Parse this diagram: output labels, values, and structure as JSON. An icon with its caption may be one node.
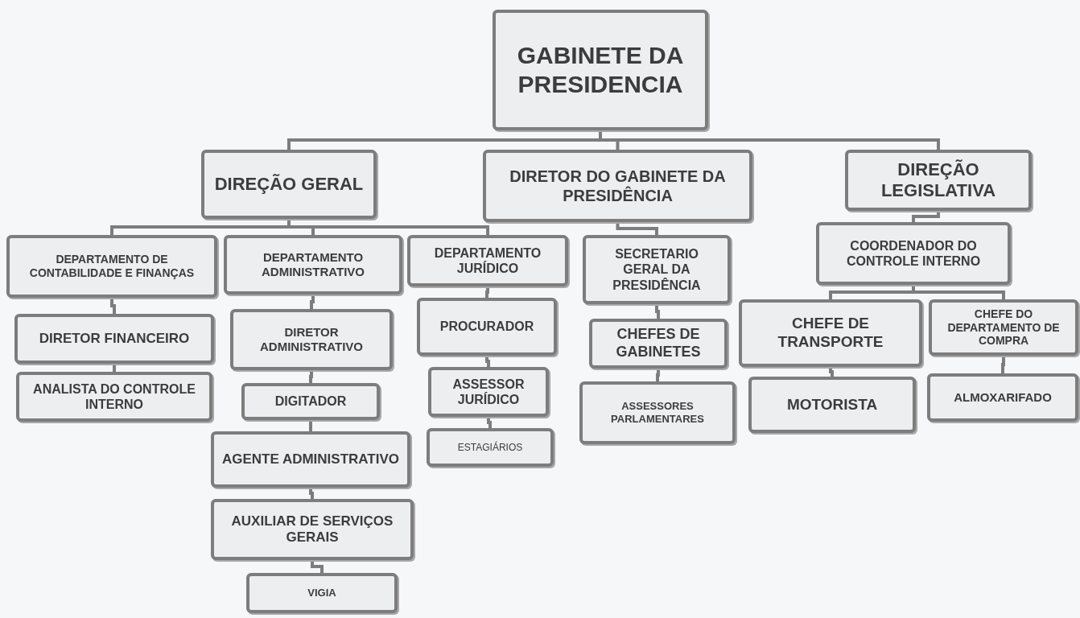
{
  "diagram": {
    "nodes": [
      {
        "text": [
          "GABINETE DA PRESIDENCIA"
        ]
      },
      {
        "text": [
          "DIREÇÃO GERAL"
        ]
      },
      {
        "text": [
          "DIRETOR DO GABINETE DA PRESIDÊNCIA"
        ]
      },
      {
        "text": [
          "DIREÇÃO LEGISLATIVA"
        ]
      },
      {
        "text": [
          "DEPARTAMENTO DE CONTABILIDADE E FINANÇAS"
        ]
      },
      {
        "text": [
          "DEPARTAMENTO ADMINISTRATIVO"
        ]
      },
      {
        "text": [
          "DEPARTAMENTO JURÍDICO"
        ]
      },
      {
        "text": [
          "SECRETARIO GERAL DA PRESIDÊNCIA"
        ]
      },
      {
        "text": [
          "COORDENADOR DO CONTROLE INTERNO"
        ]
      },
      {
        "text": [
          "DIRETOR FINANCEIRO"
        ]
      },
      {
        "text": [
          "ANALISTA DO CONTROLE INTERNO"
        ]
      },
      {
        "text": [
          "DIRETOR ADMINISTRATIVO"
        ]
      },
      {
        "text": [
          "DIGITADOR"
        ]
      },
      {
        "text": [
          "AGENTE ADMINISTRATIVO"
        ]
      },
      {
        "text": [
          "AUXILIAR DE SERVIÇOS GERAIS"
        ]
      },
      {
        "text": [
          "VIGIA"
        ]
      },
      {
        "text": [
          "PROCURADOR"
        ]
      },
      {
        "text": [
          "ASSESSOR JURÍDICO"
        ]
      },
      {
        "text": [
          "ESTAGIÁRIOS"
        ]
      },
      {
        "text": [
          "CHEFES DE GABINETES"
        ]
      },
      {
        "text": [
          "ASSESSORES PARLAMENTARES"
        ]
      },
      {
        "text": [
          "CHEFE DE TRANSPORTE"
        ]
      },
      {
        "text": [
          "CHEFE DO DEPARTAMENTO DE COMPRA"
        ]
      },
      {
        "text": [
          "MOTORISTA"
        ]
      },
      {
        "text": [
          "ALMOXARIFADO"
        ]
      }
    ],
    "edges": [
      {
        "from": 0,
        "to": 1,
        "arrow": "none"
      },
      {
        "from": 0,
        "to": 2,
        "arrow": "none"
      },
      {
        "from": 0,
        "to": 3,
        "arrow": "none"
      },
      {
        "from": 1,
        "to": 4,
        "arrow": "none"
      },
      {
        "from": 1,
        "to": 5,
        "arrow": "none"
      },
      {
        "from": 1,
        "to": 6,
        "arrow": "none"
      },
      {
        "from": 2,
        "to": 7,
        "arrow": "none"
      },
      {
        "from": 3,
        "to": 8,
        "arrow": "none"
      },
      {
        "from": 4,
        "to": 9,
        "arrow": "none"
      },
      {
        "from": 9,
        "to": 10,
        "arrow": "none"
      },
      {
        "from": 5,
        "to": 11,
        "arrow": "none"
      },
      {
        "from": 11,
        "to": 12,
        "arrow": "none"
      },
      {
        "from": 12,
        "to": 13,
        "arrow": "none"
      },
      {
        "from": 13,
        "to": 14,
        "arrow": "none"
      },
      {
        "from": 14,
        "to": 15,
        "arrow": "none"
      },
      {
        "from": 6,
        "to": 16,
        "arrow": "none"
      },
      {
        "from": 16,
        "to": 17,
        "arrow": "none"
      },
      {
        "from": 17,
        "to": 18,
        "arrow": "none"
      },
      {
        "from": 7,
        "to": 19,
        "arrow": "none"
      },
      {
        "from": 19,
        "to": 20,
        "arrow": "none"
      },
      {
        "from": 8,
        "to": 21,
        "arrow": "none"
      },
      {
        "from": 8,
        "to": 22,
        "arrow": "none"
      },
      {
        "from": 21,
        "to": 23,
        "arrow": "none"
      },
      {
        "from": 22,
        "to": 24,
        "arrow": "none"
      }
    ]
  }
}
